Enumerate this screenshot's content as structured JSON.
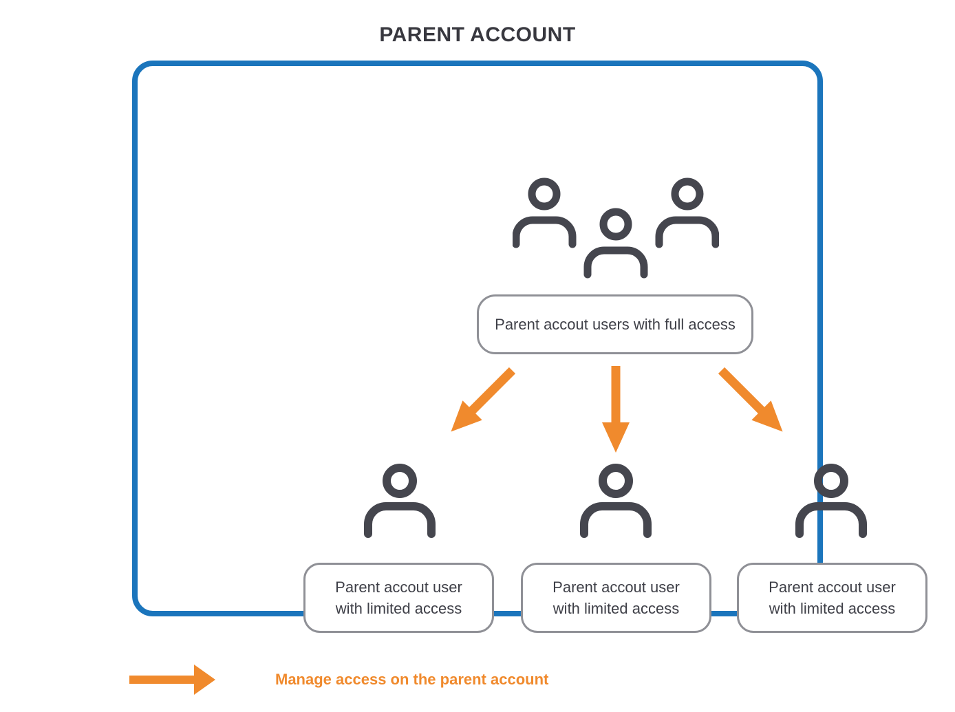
{
  "title": "PARENT ACCOUNT",
  "colors": {
    "accent_blue": "#1B75BC",
    "accent_orange": "#F08A2D",
    "icon_dark": "#45464E",
    "text_dark": "#3E3F47",
    "box_border": "#8F9096"
  },
  "icons": {
    "users_group": "users-group-icon",
    "user": "user-icon",
    "manage_access_arrow": "manage-access-arrow-icon",
    "legend_arrow": "legend-right-arrow-icon"
  },
  "full_access": {
    "label": "Parent accout users with full access"
  },
  "limited_access": [
    {
      "lines": [
        "Parent accout user",
        "with limited access"
      ]
    },
    {
      "lines": [
        "Parent accout user",
        "with limited access"
      ]
    },
    {
      "lines": [
        "Parent accout user",
        "with limited access"
      ]
    }
  ],
  "legend": {
    "label": "Manage access on the parent account"
  }
}
